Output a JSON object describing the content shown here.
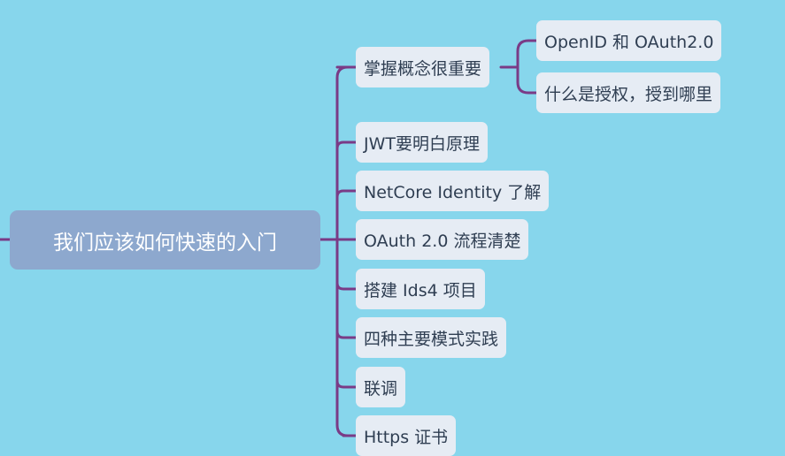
{
  "colors": {
    "background": "#87D6EC",
    "root_fill": "#8DA8CE",
    "node_fill": "#E6ECF4",
    "connector": "#7A3B86",
    "node_text": "#2F3E52",
    "root_text": "#FFFFFF"
  },
  "mindmap": {
    "root": {
      "label": "我们应该如何快速的入门"
    },
    "children": [
      {
        "label": "掌握概念很重要",
        "children": [
          {
            "label": "OpenID 和 OAuth2.0"
          },
          {
            "label": "什么是授权，授到哪里"
          }
        ]
      },
      {
        "label": "JWT要明白原理"
      },
      {
        "label": "NetCore Identity 了解"
      },
      {
        "label": "OAuth 2.0 流程清楚"
      },
      {
        "label": "搭建 Ids4 项目"
      },
      {
        "label": "四种主要模式实践"
      },
      {
        "label": "联调"
      },
      {
        "label": "Https 证书"
      }
    ]
  }
}
